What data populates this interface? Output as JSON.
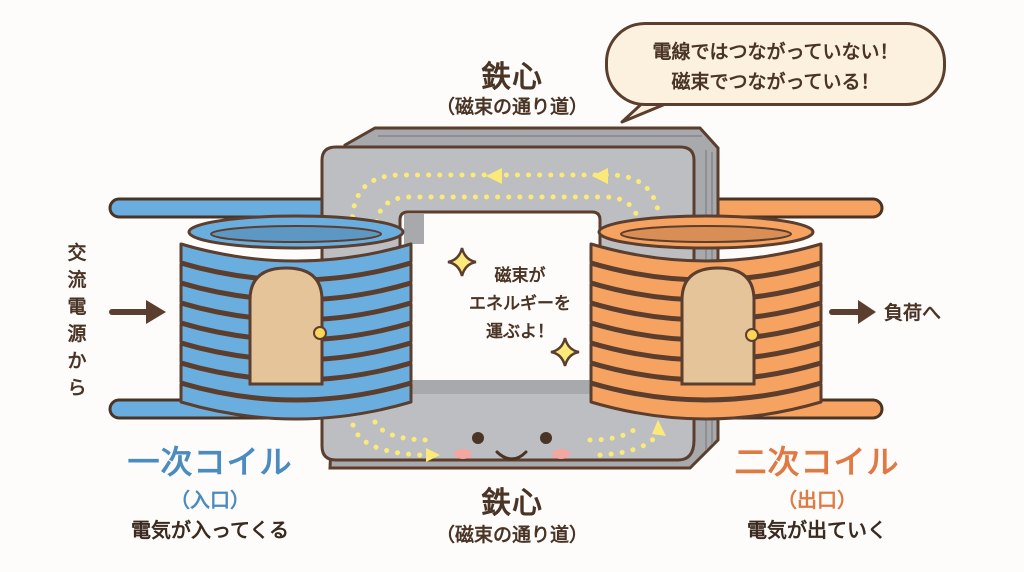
{
  "colors": {
    "primary_coil": "#6aaee0",
    "secondary_coil": "#f6a260",
    "core": "#bcbec2",
    "outline": "#5b3e2d",
    "flux": "#fbe97a",
    "door": "#e6c49a",
    "primary_text": "#4a8bc0",
    "secondary_text": "#e07a45",
    "text": "#4a3426",
    "bubble_fill": "#fbf1de"
  },
  "core_top": {
    "title": "鉄心",
    "subtitle": "（磁束の通り道）"
  },
  "core_bottom": {
    "title": "鉄心",
    "subtitle": "（磁束の通り道）"
  },
  "speech_bubble": {
    "line1": "電線ではつながっていない！",
    "line2": "磁束でつながっている！"
  },
  "input_source": {
    "text": "交流電源から",
    "icon": "arrow-right-icon"
  },
  "output_load": {
    "text": "負荷へ",
    "icon": "arrow-right-icon"
  },
  "center_message": {
    "line1": "磁束が",
    "line2": "エネルギーを",
    "line3": "運ぶよ！",
    "icon": "sparkle-icon"
  },
  "primary_coil": {
    "title": "一次コイル",
    "subtitle": "（入口）",
    "description": "電気が入ってくる",
    "icon": "door-icon"
  },
  "secondary_coil": {
    "title": "二次コイル",
    "subtitle": "（出口）",
    "description": "電気が出ていく",
    "icon": "door-icon"
  },
  "core_face": {
    "icon": "smiley-face-icon"
  }
}
